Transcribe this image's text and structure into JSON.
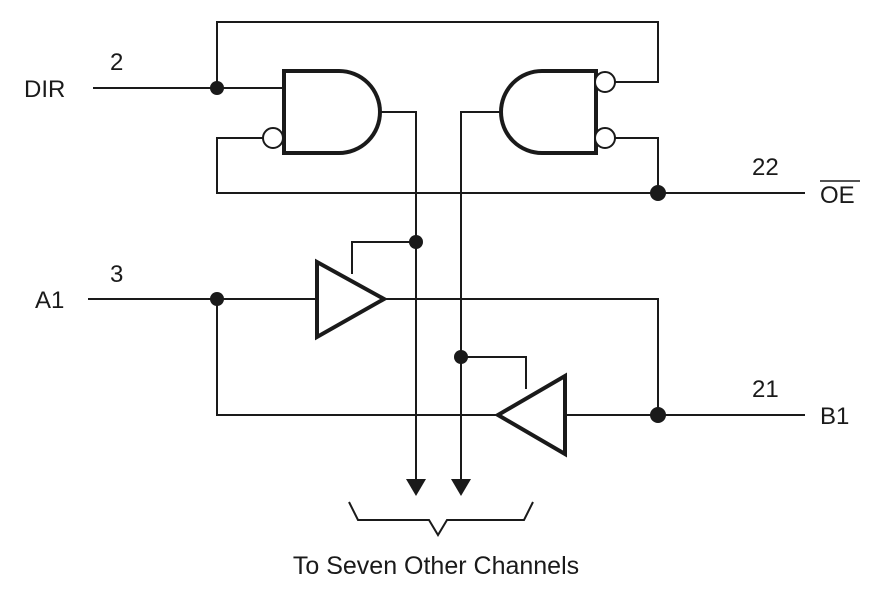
{
  "signals": {
    "dir": {
      "name": "DIR",
      "pin": "2"
    },
    "oe": {
      "name": "OE",
      "pin": "22",
      "overbar": true
    },
    "a1": {
      "name": "A1",
      "pin": "3"
    },
    "b1": {
      "name": "B1",
      "pin": "21"
    }
  },
  "caption": "To Seven Other Channels",
  "colors": {
    "ink": "#1a1a1a",
    "background": "#ffffff"
  }
}
